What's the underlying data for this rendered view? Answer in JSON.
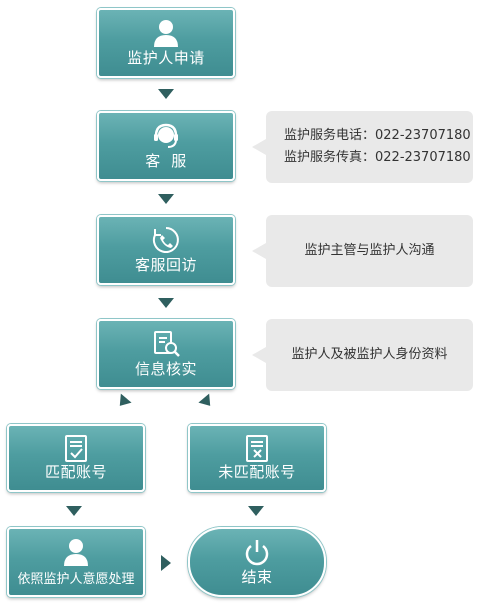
{
  "nodes": {
    "apply": "监护人申请",
    "service": "客  服",
    "callback": "客服回访",
    "verify": "信息核实",
    "matched": "匹配账号",
    "unmatched": "未匹配账号",
    "handle": "依照监护人意愿处理",
    "end": "结束"
  },
  "notes": {
    "contact": [
      "监护服务电话：022-23707180",
      "监护服务传真：022-23707180"
    ],
    "callback": "监护主管与监护人沟通",
    "verify": "监护人及被监护人身份资料"
  },
  "colors": {
    "box": "#4e9da0",
    "arrow": "#2f5f5f",
    "note": "#e9e9e9"
  }
}
